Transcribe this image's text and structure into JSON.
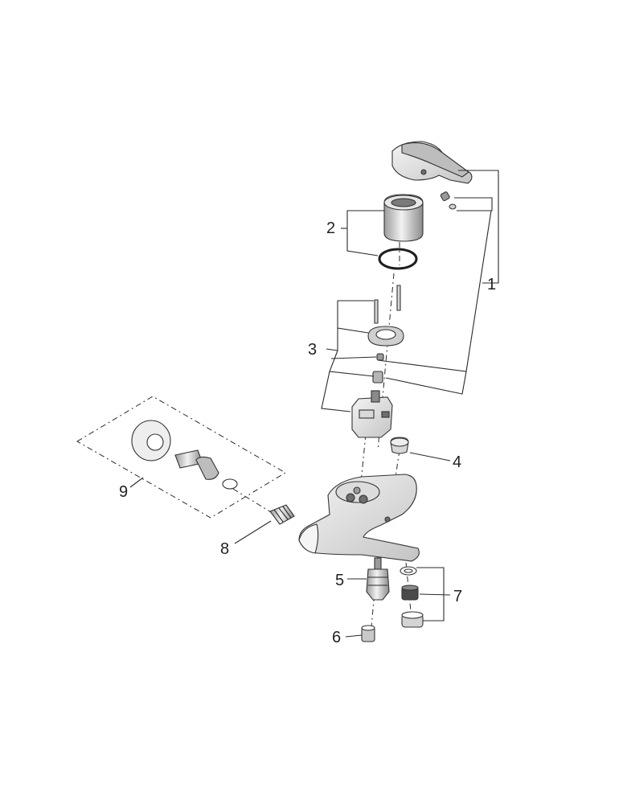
{
  "diagram": {
    "callouts": [
      {
        "id": "1",
        "label": "1"
      },
      {
        "id": "2",
        "label": "2"
      },
      {
        "id": "3",
        "label": "3"
      },
      {
        "id": "4",
        "label": "4"
      },
      {
        "id": "5",
        "label": "5"
      },
      {
        "id": "6",
        "label": "6"
      },
      {
        "id": "7",
        "label": "7"
      },
      {
        "id": "8",
        "label": "8"
      },
      {
        "id": "9",
        "label": "9"
      }
    ],
    "colors": {
      "line": "#2a2a2a",
      "part_light": "#e6e6e6",
      "part_mid": "#bdbdbd",
      "part_dark": "#6e6e6e"
    }
  }
}
